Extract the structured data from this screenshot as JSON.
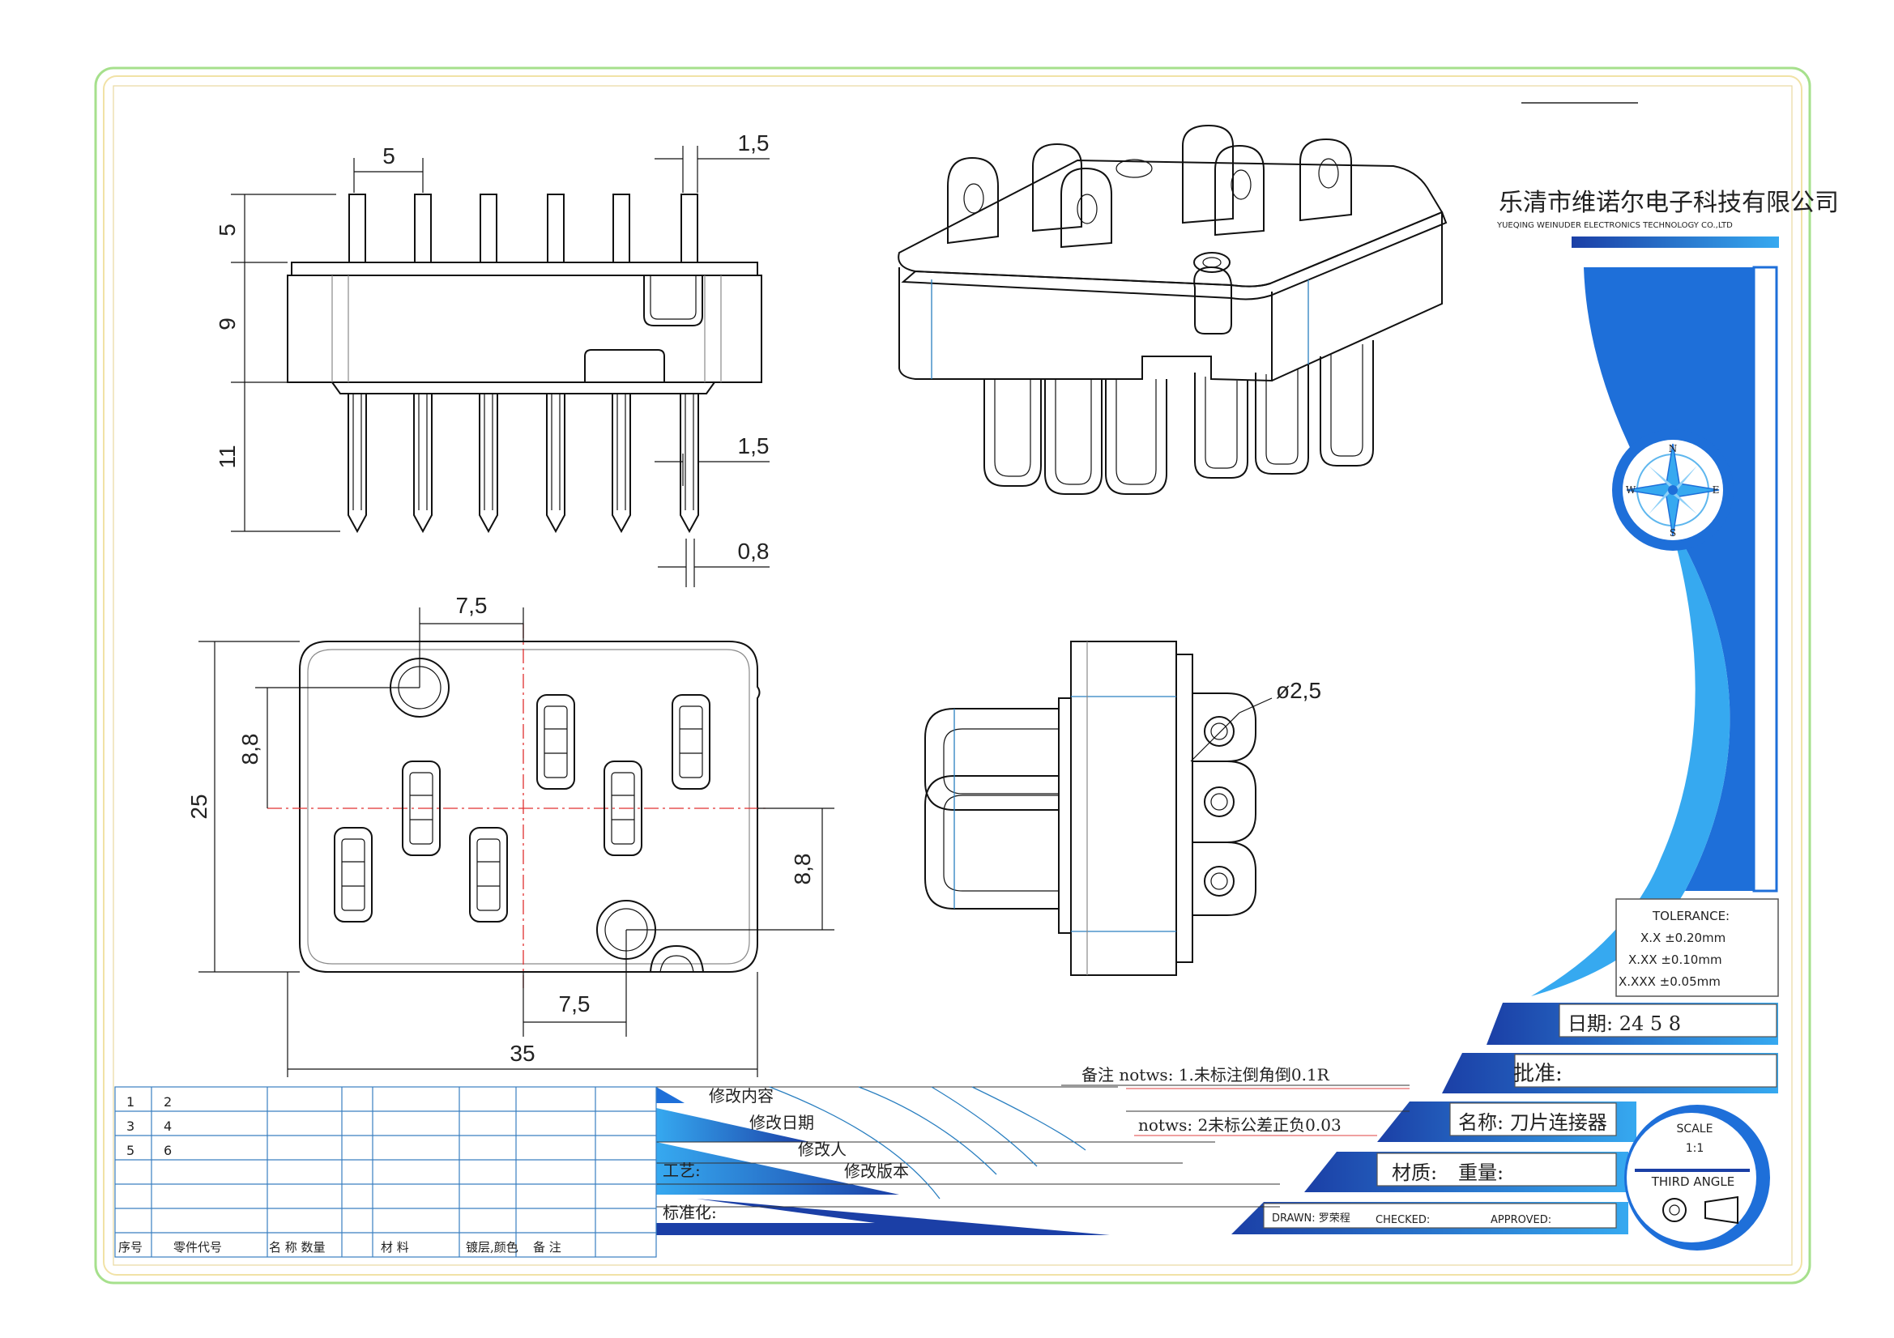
{
  "company": {
    "name_cn": "乐清市维诺尔电子科技有限公司",
    "name_en": "YUEQING WEINUDER ELECTRONICS TECHNOLOGY CO.,LTD"
  },
  "dimensions": {
    "top_pitch": "5",
    "top_pin_width": "1,5",
    "top_pin_height": "5",
    "body_height": "9",
    "bottom_pin_length": "11",
    "bottom_pin_width": "1,5",
    "pin_tip": "0,8",
    "hole_offset_x": "7,5",
    "hole_offset_y": "8,8",
    "overall_height": "25",
    "hole2_offset_y": "8,8",
    "hole2_offset_x": "7,5",
    "overall_width": "35",
    "hole_diameter": "ø2,5"
  },
  "tolerance": {
    "title": "TOLERANCE:",
    "rows": [
      "X.X  ±0.20mm",
      "X.XX  ±0.10mm",
      "X.XXX  ±0.05mm"
    ]
  },
  "title_block": {
    "date": "日期: 24 5 8",
    "approve": "批准:",
    "name": "名称: 刀片连接器",
    "material": "材质:",
    "weight": "重量:",
    "drawn": "DRAWN: 罗荣程",
    "checked": "CHECKED:",
    "approved": "APPROVED:",
    "scale_label": "SCALE",
    "scale_value": "1:1",
    "projection": "THIRD ANGLE"
  },
  "notes": {
    "note1": "备注 notws: 1.未标注倒角倒0.1R",
    "note2": "notws: 2未标公差正负0.03"
  },
  "revision": {
    "content": "修改内容",
    "date": "修改日期",
    "person": "修改人",
    "process": "工艺:",
    "version": "修改版本",
    "standard": "标准化:"
  },
  "parts_table": {
    "rows": [
      [
        "1",
        "2"
      ],
      [
        "3",
        "4"
      ],
      [
        "5",
        "6"
      ],
      [
        "",
        ""
      ],
      [
        "",
        ""
      ]
    ],
    "headers": {
      "seq": "序号",
      "code": "零件代号",
      "name_qty": "名 称  数量",
      "material": "材  料",
      "plating": "镀层,颜色",
      "remark": "备 注"
    }
  },
  "compass": {
    "n": "N",
    "s": "S",
    "e": "E",
    "w": "W"
  },
  "colors": {
    "accent": "#1e6fd9",
    "dark_blue": "#1b3fa6",
    "light_blue": "#36a9f0",
    "frame_green": "#9be07d",
    "frame_yellow": "#f3e3a0"
  }
}
